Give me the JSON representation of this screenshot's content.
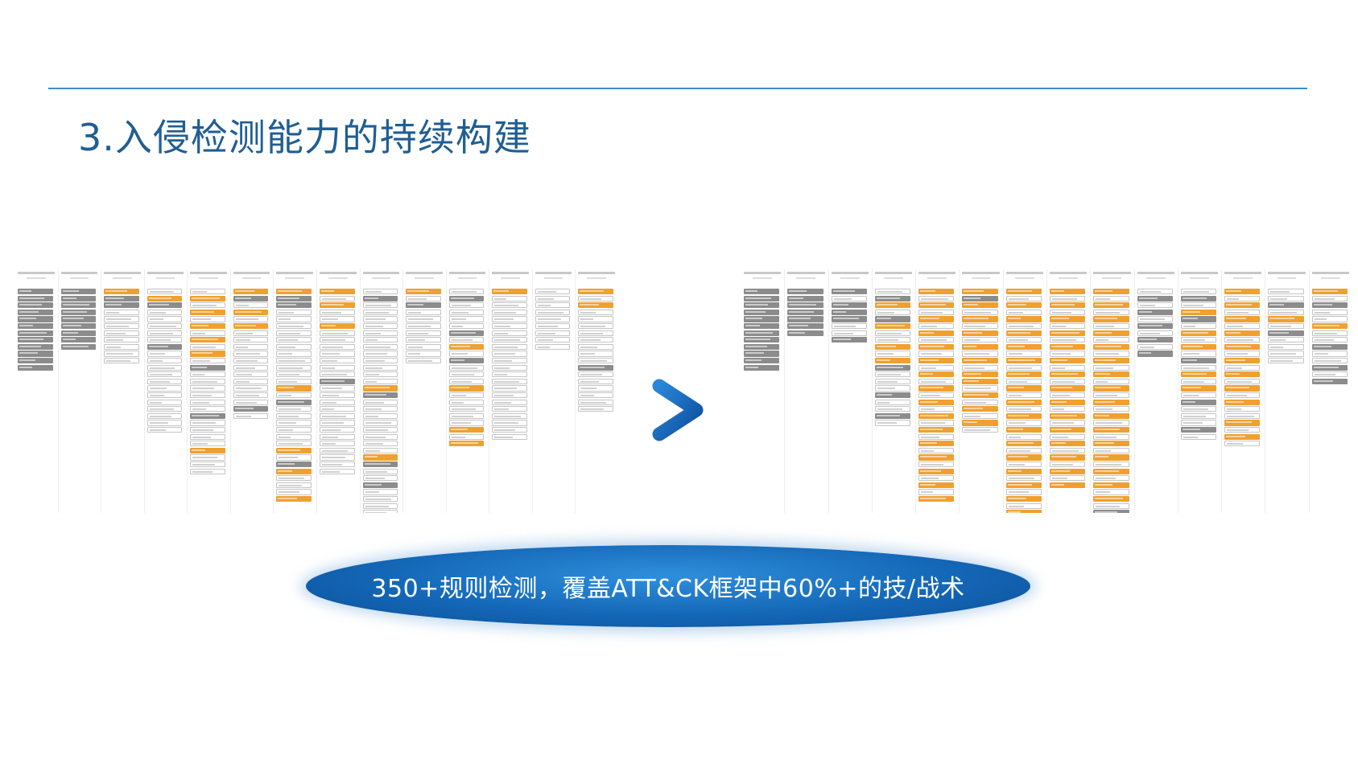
{
  "slide": {
    "title": "3.入侵检测能力的持续构建",
    "banner_text": "350+规则检测，覆盖ATT&CK框架中60%+的技/战术"
  },
  "icons": {
    "arrow": "chevron-right-icon"
  },
  "colors": {
    "title": "#1f5e93",
    "rule": "#3a8fd0",
    "covered_technique": "#f0a030",
    "uncovered_technique": "#8c8c8c",
    "banner": "#1467b7",
    "arrow": "#1565c0"
  },
  "matrices": [
    {
      "name": "before",
      "columns": [
        "gggggggggggg",
        "ggggggggg",
        "oggwwwwwwww",
        "wogwwwwwgwwwwwwwwwwww",
        "wowowowowowgwwwwwwgwwwwowww",
        "ogwowowwwwwwwwwwwgw",
        "oggwwwwwwwwwwwowgwwwwwwowgowwwo",
        "owowwowwwwwwwgwwwwwwwwwwwww",
        "wgwwwwwwwwwwwwogwwwwwwwwogwwgwwww",
        "owgwwwwwwww",
        "wgwwwwgwowgwwwowwwwwowo",
        "owwwwwwwwwwwwwwwwwwwww",
        "wwwwwwwww",
        "owowwwwwwwwgwwwwww"
      ]
    },
    {
      "name": "after",
      "columns": [
        "gggggggggggg",
        "ggggggg",
        "gwgggwwg",
        "wgowgowwowogwwwgwwgw",
        "owowowowowowowowowowowowowowowo",
        "ogowowowowowoowowowow",
        "owowowowowowowowowowowowowowowowowo",
        "owowowowowowowowowowowowowowo",
        "owowowowowowowowowowowowowowowowgwg",
        "wgwgwgwgwg",
        "wgwogwowowgwowowgwwwgw",
        "owowowowowowowowowwowow",
        "wwgwowgwwww",
        "owgwwowwgwwgwg"
      ]
    }
  ]
}
